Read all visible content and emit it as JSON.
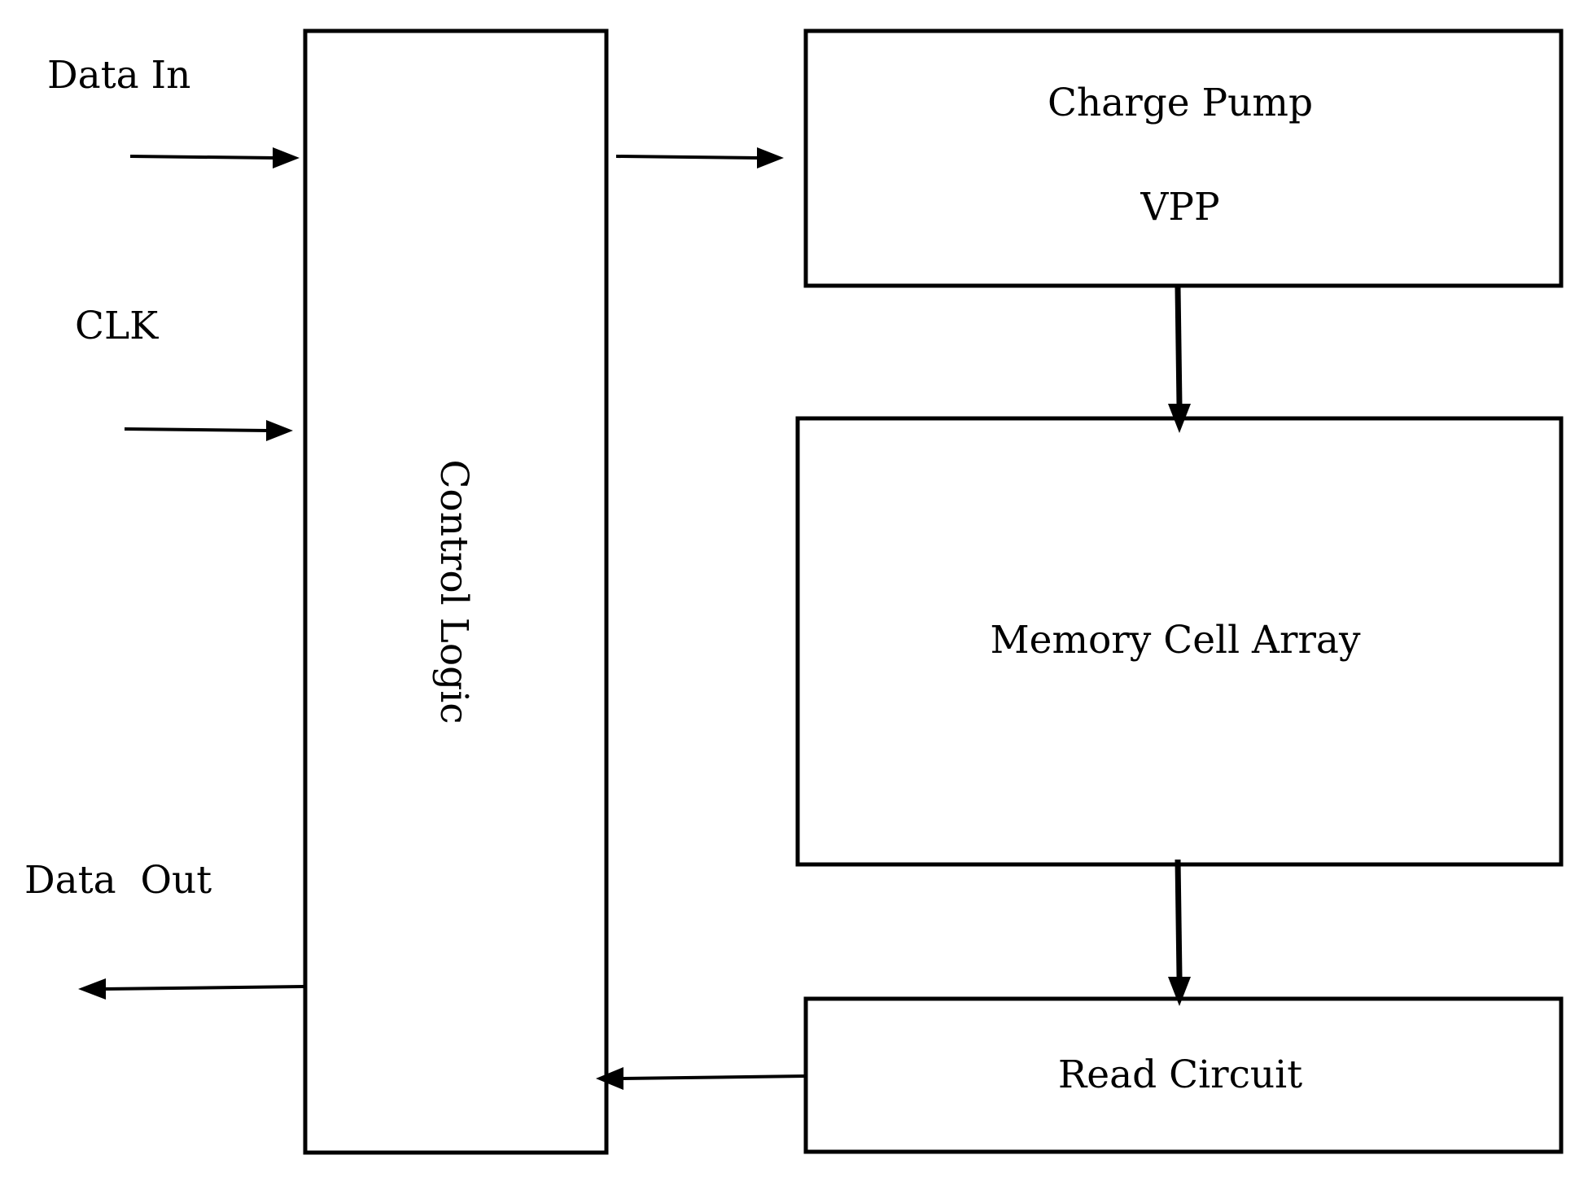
{
  "inputs": {
    "data_in": "Data In",
    "clk": "CLK"
  },
  "outputs": {
    "data_out": "Data  Out"
  },
  "blocks": {
    "control_logic": "Control Logic",
    "charge_pump": {
      "title": "Charge Pump",
      "subtitle": "VPP"
    },
    "memory_cell_array": "Memory Cell Array",
    "read_circuit": "Read Circuit"
  }
}
